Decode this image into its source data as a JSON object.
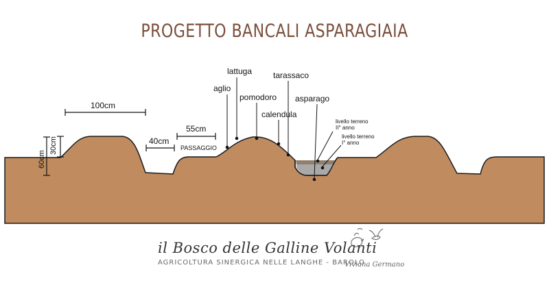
{
  "title": "PROGETTO BANCALI ASPARAGIAIA",
  "colors": {
    "soil": "#c08b5f",
    "outline": "#1a1a1a",
    "title": "#7a4e3a",
    "asparagus_trench": "#a9a9a9",
    "asparagus_trench_top": "#8f7f6c"
  },
  "dimensions": {
    "width_100": "100cm",
    "width_40": "40cm",
    "width_55": "55cm",
    "height_30": "30cm",
    "height_60": "60cm",
    "passage": "PASSAGGIO"
  },
  "plants": {
    "lattuga": "lattuga",
    "aglio": "aglio",
    "pomodoro": "pomodoro",
    "calendula": "calendula",
    "tarassaco": "tarassaco",
    "asparago": "asparago"
  },
  "levels": {
    "year2_line1": "livello terreno",
    "year2_line2": "II° anno",
    "year1_line1": "livello terreno",
    "year1_line2": "I° anno"
  },
  "logo": {
    "name": "il Bosco delle Galline Volanti",
    "subtitle": "AGRICOLTURA SINERGICA   NELLE LANGHE - BAROLO",
    "signature": "Viviana Germano",
    "icon": "flying-hens-icon"
  }
}
